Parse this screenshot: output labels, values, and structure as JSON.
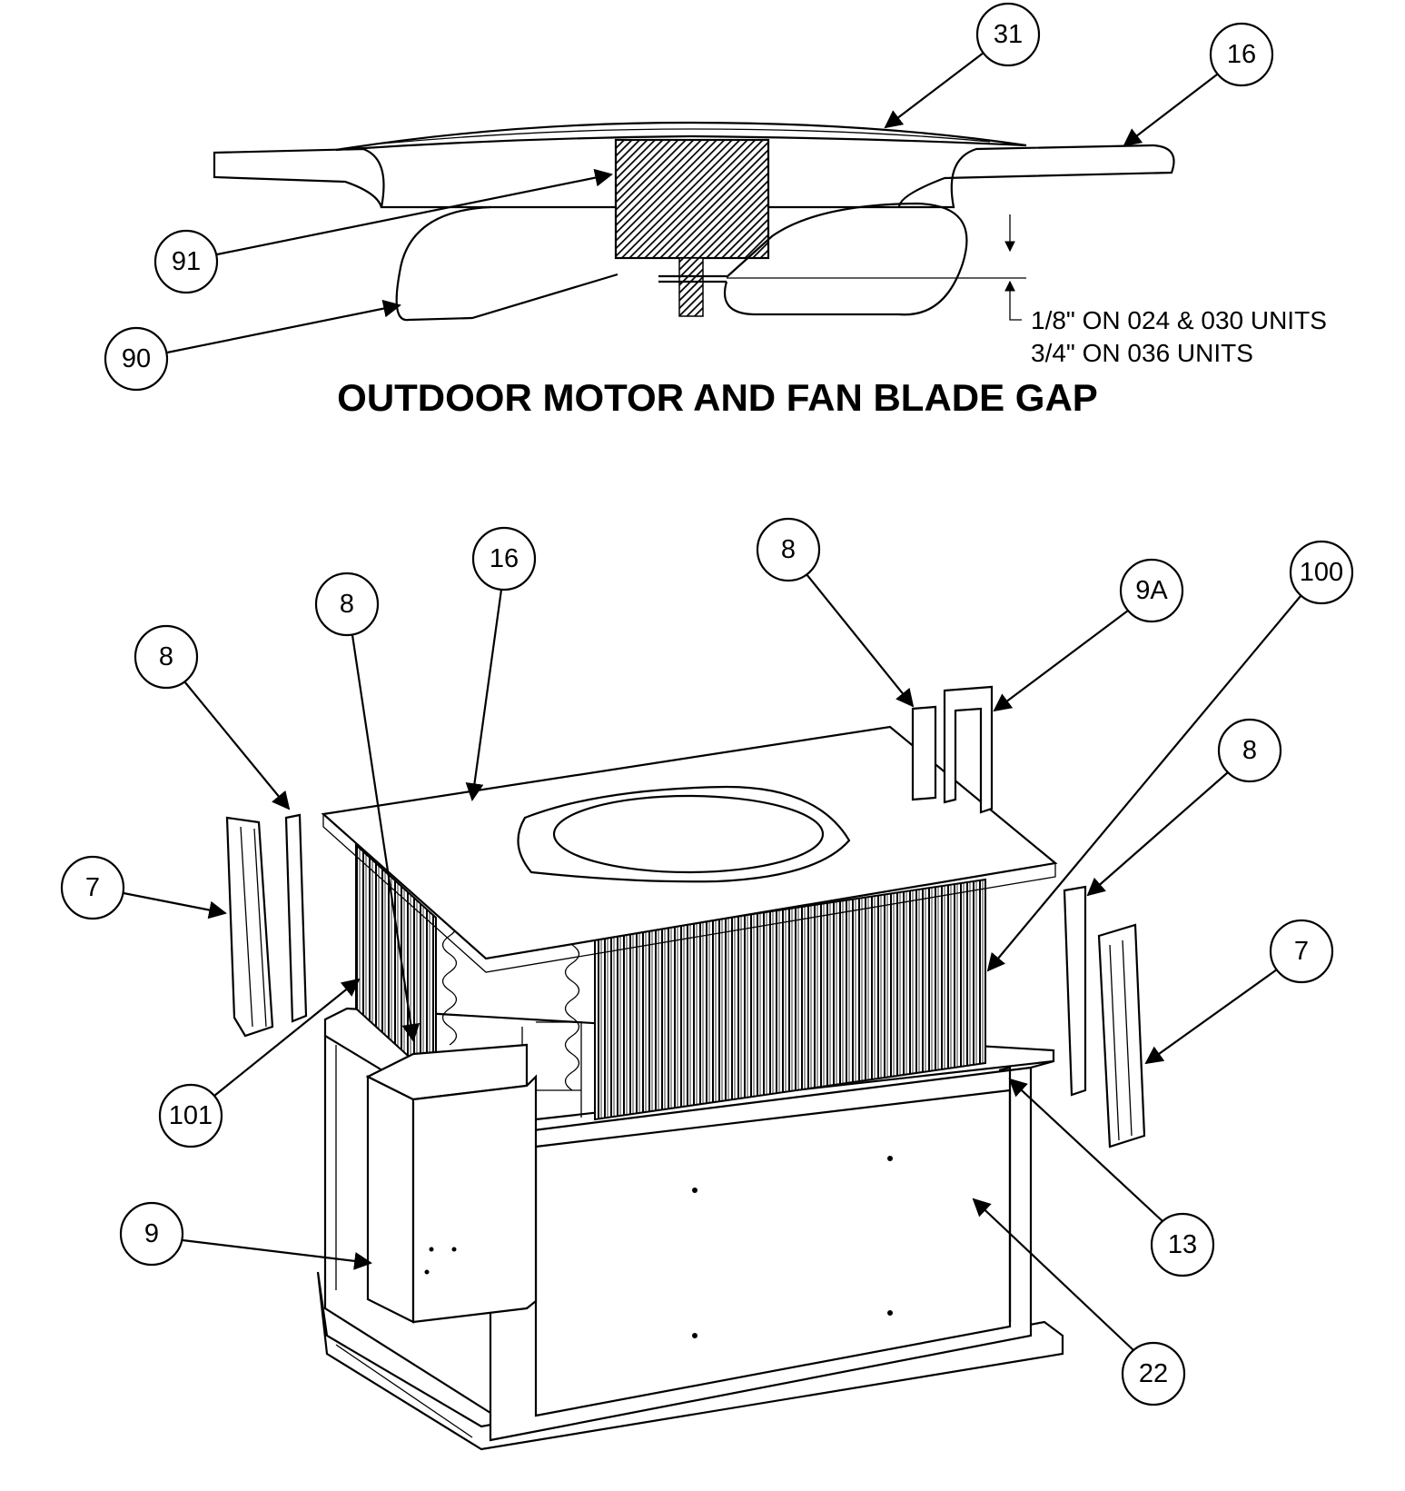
{
  "diagram": {
    "title": "OUTDOOR MOTOR AND FAN BLADE GAP",
    "gap_note_line1": "1/8\" ON 024 & 030 UNITS",
    "gap_note_line2": "3/4\" ON 036 UNITS",
    "top_callouts": {
      "c31": "31",
      "c16": "16",
      "c91": "91",
      "c90": "90"
    },
    "bottom_callouts": {
      "c16": "16",
      "c8_center": "8",
      "c8_left": "8",
      "c7_left": "7",
      "c101": "101",
      "c9": "9",
      "c8_topright": "8",
      "c9A": "9A",
      "c100": "100",
      "c8_right": "8",
      "c7_right": "7",
      "c13": "13",
      "c22": "22"
    }
  }
}
